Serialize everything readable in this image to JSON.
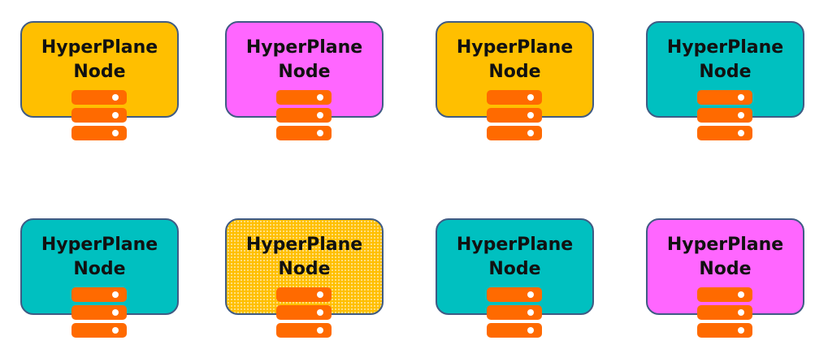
{
  "colors": {
    "orange": "#ffbf00",
    "magenta": "#ff66ff",
    "teal": "#00c0c0",
    "border": "#3f5b84",
    "server": "#ff6a00"
  },
  "nodes": [
    {
      "line1": "HyperPlane",
      "line2": "Node",
      "color": "#ffbf00",
      "icon": "server-rack-icon"
    },
    {
      "line1": "HyperPlane",
      "line2": "Node",
      "color": "#ff66ff",
      "icon": "server-rack-icon"
    },
    {
      "line1": "HyperPlane",
      "line2": "Node",
      "color": "#ffbf00",
      "icon": "server-rack-icon"
    },
    {
      "line1": "HyperPlane",
      "line2": "Node",
      "color": "#00c0c0",
      "icon": "server-rack-icon"
    },
    {
      "line1": "HyperPlane",
      "line2": "Node",
      "color": "#00c0c0",
      "icon": "server-rack-icon"
    },
    {
      "line1": "HyperPlane",
      "line2": "Node",
      "color": "#ffbf00",
      "pattern": "dotted",
      "icon": "server-rack-icon"
    },
    {
      "line1": "HyperPlane",
      "line2": "Node",
      "color": "#00c0c0",
      "icon": "server-rack-icon"
    },
    {
      "line1": "HyperPlane",
      "line2": "Node",
      "color": "#ff66ff",
      "icon": "server-rack-icon"
    }
  ]
}
